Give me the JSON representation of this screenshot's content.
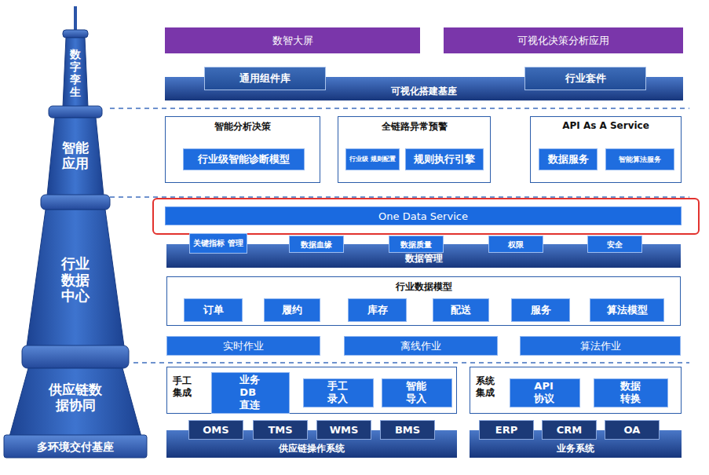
{
  "diagram": {
    "nodes": [
      {
        "text": [
          "数字孪生"
        ]
      },
      {
        "text": [
          "智能应用"
        ]
      },
      {
        "text": [
          "行业数据中心"
        ]
      },
      {
        "text": [
          "供应链数据协同"
        ]
      },
      {
        "text": [
          "多环境交付基座"
        ]
      },
      {
        "text": [
          "数智大屏"
        ]
      },
      {
        "text": [
          "可视化决策分析应用"
        ]
      },
      {
        "text": [
          "可视化搭建基座"
        ]
      },
      {
        "text": [
          "通用组件库"
        ],
        "in": 7
      },
      {
        "text": [
          "行业套件"
        ],
        "in": 7
      },
      {
        "text": [
          "智能分析决策"
        ]
      },
      {
        "text": [
          "行业级智能诊断模型"
        ],
        "in": 10
      },
      {
        "text": [
          "全链路异常预警"
        ]
      },
      {
        "text": [
          "行业级 规则配置"
        ],
        "in": 12
      },
      {
        "text": [
          "规则执行引擎"
        ],
        "in": 12
      },
      {
        "text": [
          "API As A Service"
        ]
      },
      {
        "text": [
          "数据服务"
        ],
        "in": 15
      },
      {
        "text": [
          "智能算法服务"
        ],
        "in": 15
      },
      {
        "text": [
          "One Data Service"
        ]
      },
      {
        "text": [
          "数据管理"
        ]
      },
      {
        "text": [
          "关键指标 管理"
        ],
        "in": 19
      },
      {
        "text": [
          "数据血缘"
        ],
        "in": 19
      },
      {
        "text": [
          "数据质量"
        ],
        "in": 19
      },
      {
        "text": [
          "权限"
        ],
        "in": 19
      },
      {
        "text": [
          "安全"
        ],
        "in": 19
      },
      {
        "text": [
          "行业数据模型"
        ]
      },
      {
        "text": [
          "订单"
        ],
        "in": 25
      },
      {
        "text": [
          "履约"
        ],
        "in": 25
      },
      {
        "text": [
          "库存"
        ],
        "in": 25
      },
      {
        "text": [
          "配送"
        ],
        "in": 25
      },
      {
        "text": [
          "服务"
        ],
        "in": 25
      },
      {
        "text": [
          "算法模型"
        ],
        "in": 25
      },
      {
        "text": [
          "实时作业"
        ]
      },
      {
        "text": [
          "离线作业"
        ]
      },
      {
        "text": [
          "算法作业"
        ]
      },
      {
        "text": [
          "手工 集成"
        ]
      },
      {
        "text": [
          "业务DB直连"
        ],
        "in": 35
      },
      {
        "text": [
          "手工录入"
        ],
        "in": 35
      },
      {
        "text": [
          "智能导入"
        ],
        "in": 35
      },
      {
        "text": [
          "系统 集成"
        ]
      },
      {
        "text": [
          "API协议"
        ],
        "in": 39
      },
      {
        "text": [
          "数据转换"
        ],
        "in": 39
      },
      {
        "text": [
          "供应链操作系统"
        ]
      },
      {
        "text": [
          "OMS"
        ],
        "in": 42
      },
      {
        "text": [
          "TMS"
        ],
        "in": 42
      },
      {
        "text": [
          "WMS"
        ],
        "in": 42
      },
      {
        "text": [
          "BMS"
        ],
        "in": 42
      },
      {
        "text": [
          "业务系统"
        ]
      },
      {
        "text": [
          "ERP"
        ],
        "in": 47
      },
      {
        "text": [
          "CRM"
        ],
        "in": 47
      },
      {
        "text": [
          "OA"
        ],
        "in": 47
      }
    ]
  }
}
